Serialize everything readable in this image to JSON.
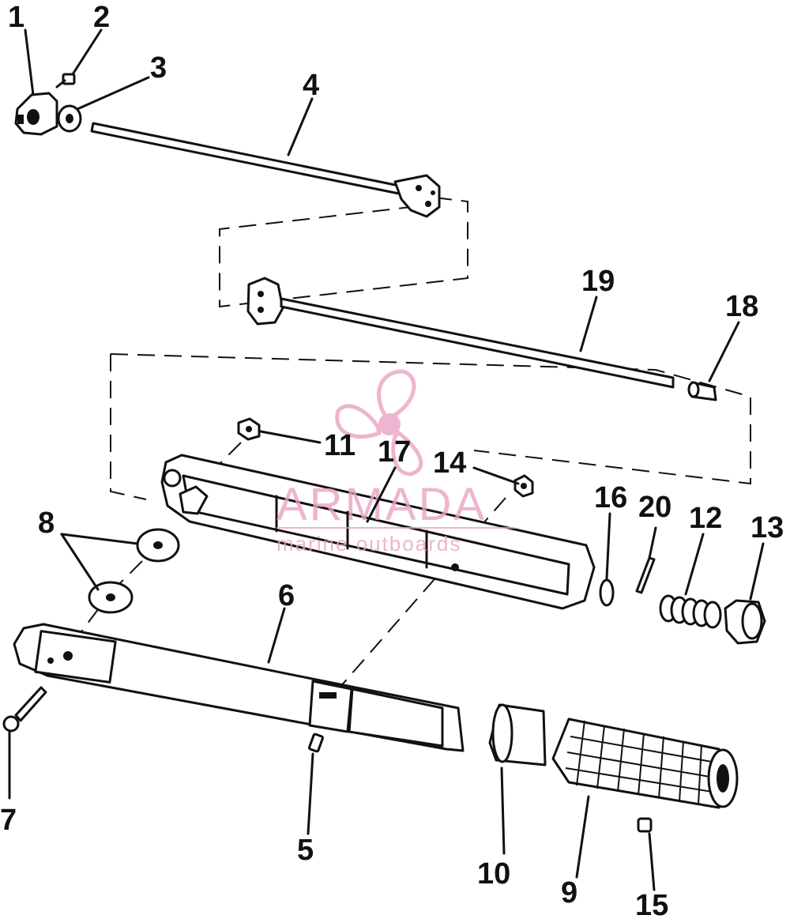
{
  "diagram": {
    "callouts": [
      "1",
      "2",
      "3",
      "4",
      "5",
      "6",
      "7",
      "8",
      "9",
      "10",
      "11",
      "12",
      "13",
      "14",
      "15",
      "16",
      "17",
      "18",
      "19",
      "20"
    ]
  },
  "watermark": {
    "brand": "ARMADA",
    "tagline": "marine outboards",
    "color": "#e9a3c4"
  }
}
